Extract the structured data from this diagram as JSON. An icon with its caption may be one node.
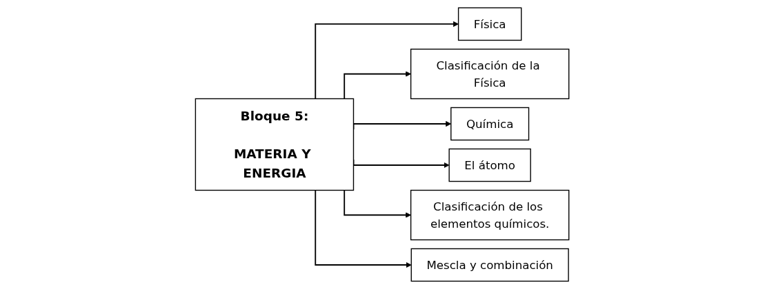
{
  "diagram": {
    "nodes": [
      {
        "text": [
          "Bloque 5:",
          "MATERIA Y ENERGIA"
        ]
      },
      {
        "text": [
          "Física"
        ]
      },
      {
        "text": [
          "Clasificación de la Física"
        ]
      },
      {
        "text": [
          "Química"
        ]
      },
      {
        "text": [
          "El átomo"
        ]
      },
      {
        "text": [
          "Clasificación de los elementos químicos."
        ]
      },
      {
        "text": [
          "Mescla y combinación"
        ]
      }
    ],
    "edges": [
      {
        "from": 0,
        "to": 1,
        "arrow": "to"
      },
      {
        "from": 0,
        "to": 2,
        "arrow": "to"
      },
      {
        "from": 0,
        "to": 3,
        "arrow": "to"
      },
      {
        "from": 0,
        "to": 4,
        "arrow": "to"
      },
      {
        "from": 0,
        "to": 5,
        "arrow": "to"
      },
      {
        "from": 0,
        "to": 6,
        "arrow": "to"
      }
    ]
  }
}
